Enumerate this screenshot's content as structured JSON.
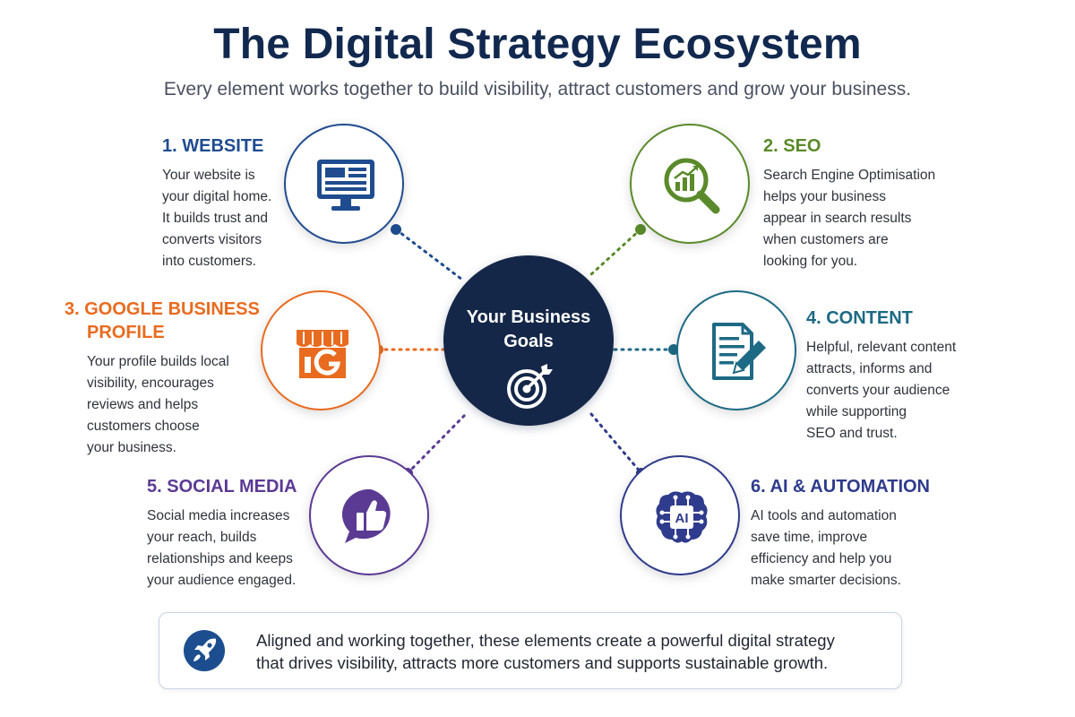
{
  "title": "The Digital Strategy Ecosystem",
  "subtitle": "Every element works together to build visibility, attract customers and grow your business.",
  "hub": {
    "label": "Your Business Goals",
    "icon": "target-icon",
    "color": "#142748"
  },
  "nodes": [
    {
      "number": "1.",
      "heading": "1. WEBSITE",
      "heading_lines": [
        "1. WEBSITE"
      ],
      "description": [
        "Your website is",
        "your digital home.",
        "It builds trust and",
        "converts visitors",
        "into customers."
      ],
      "icon": "monitor-icon",
      "color": "#1f4c8f"
    },
    {
      "heading": "2. SEO",
      "heading_lines": [
        "2. SEO"
      ],
      "description": [
        "Search Engine Optimisation",
        "helps your business",
        "appear in search results",
        "when customers are",
        "looking for you."
      ],
      "icon": "magnifier-chart-icon",
      "color": "#5a8a2a"
    },
    {
      "heading": "3. GOOGLE BUSINESS PROFILE",
      "heading_lines": [
        "3. GOOGLE BUSINESS",
        "PROFILE"
      ],
      "description": [
        "Your profile builds local",
        "visibility, encourages",
        "reviews and helps",
        "customers choose",
        "your business."
      ],
      "icon": "storefront-icon",
      "color": "#e86b1f"
    },
    {
      "heading": "4. CONTENT",
      "heading_lines": [
        "4. CONTENT"
      ],
      "description": [
        "Helpful, relevant content",
        "attracts, informs and",
        "converts your audience",
        "while supporting",
        "SEO and trust."
      ],
      "icon": "document-pen-icon",
      "color": "#1d6a85"
    },
    {
      "heading": "5. SOCIAL MEDIA",
      "heading_lines": [
        "5. SOCIAL MEDIA"
      ],
      "description": [
        "Social media increases",
        "your reach, builds",
        "relationships and keeps",
        "your audience engaged."
      ],
      "icon": "thumbs-up-icon",
      "color": "#5b3a94"
    },
    {
      "heading": "6. AI & AUTOMATION",
      "heading_lines": [
        "6. AI & AUTOMATION"
      ],
      "description": [
        "AI tools and automation",
        "save time, improve",
        "efficiency and help you",
        "make smarter decisions."
      ],
      "icon": "ai-brain-icon",
      "color": "#2f3b8c"
    }
  ],
  "ai_chip_label": "AI",
  "footer": {
    "line1": "Aligned and working together, these elements create a powerful digital strategy",
    "line2": "that drives visibility, attracts more customers and supports sustainable growth.",
    "icon": "rocket-icon",
    "accent": "#1c4e8f"
  }
}
